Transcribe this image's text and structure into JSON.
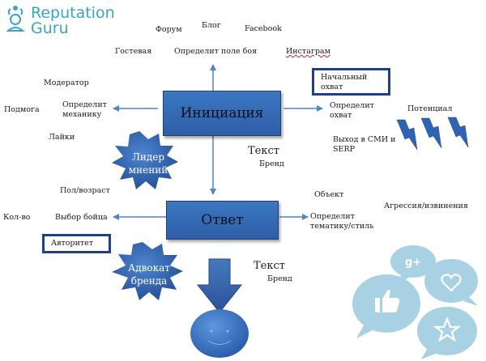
{
  "logo": {
    "line1": "Reputation",
    "line2": "Guru"
  },
  "nodes": {
    "initiation": "Инициация",
    "answer": "Ответ",
    "leader": [
      "Лидер",
      "мнений"
    ],
    "advocate": [
      "Адвокат",
      "бренда"
    ]
  },
  "labels": {
    "forum": "Форум",
    "blog": "Блог",
    "facebook": "Facebook",
    "guestbook": "Гостевая",
    "define_field": "Определит поле боя",
    "instagram": "Инстаграм",
    "initial_reach": "Начальный охват",
    "moderator": "Модератор",
    "podmoga": "Подмога",
    "define_mechanics": "Определит механику",
    "define_reach": "Определит охват",
    "potential": "Потенциал",
    "likes": "Лайки",
    "media_serp": "Выход в СМИ и SERP",
    "text1": "Текст",
    "brand1": "Бренд",
    "gender_age": "Пол/возраст",
    "object": "Объект",
    "aggression": "Агрессия/извинения",
    "count": "Кол-во",
    "choose_fighter": "Выбор бойца",
    "define_theme": "Определит тематику/стиль",
    "authority": "Авторитет",
    "text2": "Текст",
    "brand2": "Бренд"
  },
  "social_icons": [
    "google-plus-icon",
    "heart-icon",
    "thumbs-up-icon",
    "star-icon"
  ],
  "colors": {
    "box": "#3264ae",
    "burst": "#2d5aa6",
    "arrow": "#4f86c6",
    "frame": "#1f3f86",
    "bubble": "#a8d2e3",
    "logo": "#3aa3c8"
  }
}
